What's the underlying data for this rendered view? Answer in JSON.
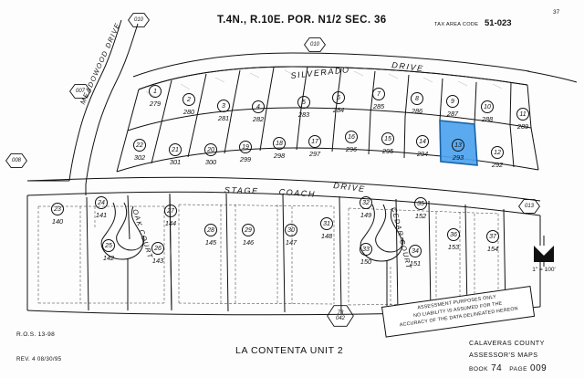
{
  "header": {
    "title": "T.4N., R.10E. POR. N1/2 SEC. 36",
    "tax_area_label": "TAX AREA CODE",
    "tax_area_code": "51-023",
    "sheet_number": "37"
  },
  "footer": {
    "ros": "R.O.S. 13-98",
    "revision": "REV.   4 08/30/95",
    "subdivision": "LA CONTENTA UNIT 2",
    "disclaimer_lines": [
      "ASSESSMENT PURPOSES ONLY",
      "NO LIABILITY IS ASSUMED FOR THE",
      "ACCURACY OF THE DATA DELINEATED HEREON"
    ],
    "county": "CALAVERAS COUNTY",
    "maps_label": "ASSESSOR'S MAPS",
    "book_label": "BOOK",
    "book_number": "74",
    "page_label": "PAGE",
    "page_number": "009"
  },
  "scale": {
    "text": "1\" = 100'",
    "north_arrow": "north-arrow"
  },
  "streets": [
    {
      "name": "MEADOWOOD DRIVE"
    },
    {
      "name": "SILVERADO"
    },
    {
      "name": "DRIVE"
    },
    {
      "name": "STAGE"
    },
    {
      "name": "COACH"
    },
    {
      "name": "DRIVE"
    },
    {
      "name": "OAK COURT"
    },
    {
      "name": "CEDAR COURT"
    }
  ],
  "adjoining_pages": [
    {
      "id": "010",
      "position": "top-left"
    },
    {
      "id": "010",
      "position": "top-center"
    },
    {
      "id": "007",
      "position": "left-upper"
    },
    {
      "id": "008",
      "position": "left-lower"
    },
    {
      "id": "013",
      "position": "right"
    },
    {
      "id": "73",
      "sub": "042",
      "position": "bottom-center"
    }
  ],
  "highlight": {
    "lot": "13",
    "parcel": "293",
    "fill": "#4da3ee",
    "stroke": "#1763a8"
  },
  "lots": {
    "row_top": [
      {
        "lot": "1",
        "parcel": "279"
      },
      {
        "lot": "2",
        "parcel": "280"
      },
      {
        "lot": "3",
        "parcel": "281"
      },
      {
        "lot": "4",
        "parcel": "282"
      },
      {
        "lot": "5",
        "parcel": "283"
      },
      {
        "lot": "6",
        "parcel": "284"
      },
      {
        "lot": "7",
        "parcel": "285"
      },
      {
        "lot": "8",
        "parcel": "286"
      },
      {
        "lot": "9",
        "parcel": "287"
      },
      {
        "lot": "10",
        "parcel": "288"
      },
      {
        "lot": "11",
        "parcel": "289"
      }
    ],
    "row_second": [
      {
        "lot": "22",
        "parcel": "302"
      },
      {
        "lot": "21",
        "parcel": "301"
      },
      {
        "lot": "20",
        "parcel": "300"
      },
      {
        "lot": "19",
        "parcel": "299"
      },
      {
        "lot": "18",
        "parcel": "298"
      },
      {
        "lot": "17",
        "parcel": "297"
      },
      {
        "lot": "16",
        "parcel": "296"
      },
      {
        "lot": "15",
        "parcel": "295"
      },
      {
        "lot": "14",
        "parcel": "294"
      },
      {
        "lot": "13",
        "parcel": "293"
      },
      {
        "lot": "12",
        "parcel": "292"
      }
    ],
    "row_third": [
      {
        "lot": "23",
        "parcel": "140"
      },
      {
        "lot": "24",
        "parcel": "141"
      },
      {
        "lot": "27",
        "parcel": "144"
      },
      {
        "lot": "28",
        "parcel": "145"
      },
      {
        "lot": "29",
        "parcel": "146"
      },
      {
        "lot": "30",
        "parcel": "147"
      },
      {
        "lot": "31",
        "parcel": "148"
      },
      {
        "lot": "32",
        "parcel": "149"
      },
      {
        "lot": "35",
        "parcel": "152"
      },
      {
        "lot": "36",
        "parcel": "153"
      },
      {
        "lot": "37",
        "parcel": "154"
      }
    ],
    "row_bottom": [
      {
        "lot": "25",
        "parcel": "142"
      },
      {
        "lot": "26",
        "parcel": "143"
      },
      {
        "lot": "33",
        "parcel": "150"
      },
      {
        "lot": "34",
        "parcel": "151"
      }
    ]
  }
}
